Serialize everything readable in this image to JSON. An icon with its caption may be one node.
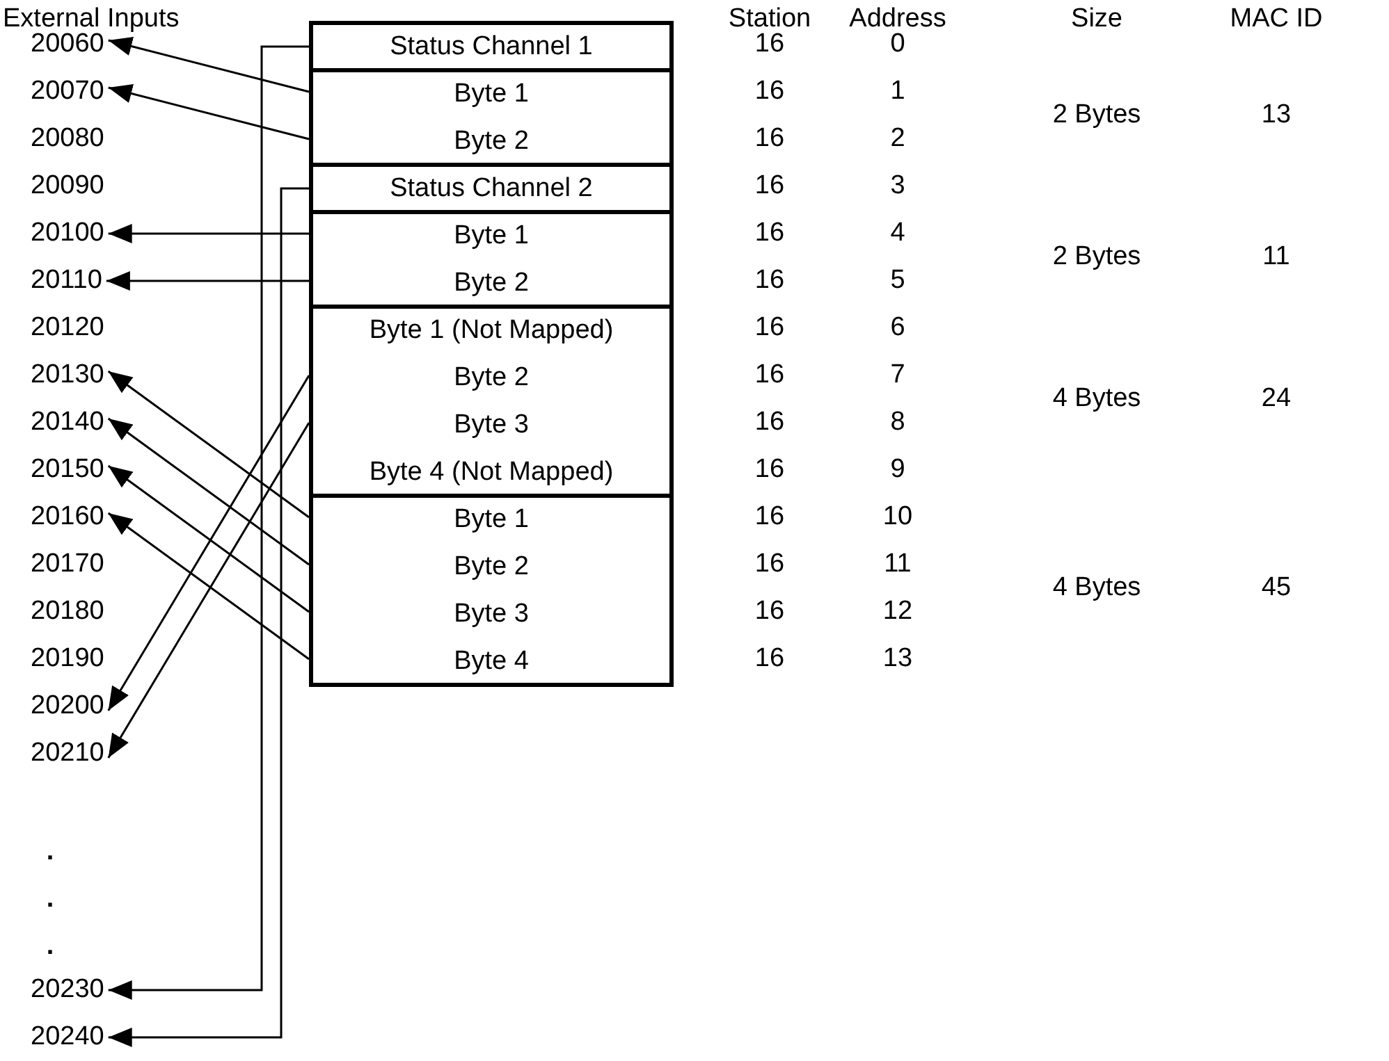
{
  "diagram": {
    "nodes": [
      {
        "text": [
          "20060"
        ]
      },
      {
        "text": [
          "20070"
        ]
      },
      {
        "text": [
          "20080"
        ]
      },
      {
        "text": [
          "20090"
        ]
      },
      {
        "text": [
          "20100"
        ]
      },
      {
        "text": [
          "20110"
        ]
      },
      {
        "text": [
          "20120"
        ]
      },
      {
        "text": [
          "20130"
        ]
      },
      {
        "text": [
          "20140"
        ]
      },
      {
        "text": [
          "20150"
        ]
      },
      {
        "text": [
          "20160"
        ]
      },
      {
        "text": [
          "20170"
        ]
      },
      {
        "text": [
          "20180"
        ]
      },
      {
        "text": [
          "20190"
        ]
      },
      {
        "text": [
          "20200"
        ]
      },
      {
        "text": [
          "20210"
        ]
      },
      {
        "text": [
          "20230"
        ]
      },
      {
        "text": [
          "20240"
        ]
      },
      {
        "text": [
          "Status Channel 1"
        ]
      },
      {
        "text": [],
        "shape": "box"
      },
      {
        "text": [
          "Byte 1"
        ],
        "in": 19
      },
      {
        "text": [
          "Byte 2"
        ],
        "in": 19
      },
      {
        "text": [
          "Status Channel 2"
        ]
      },
      {
        "text": [],
        "shape": "box"
      },
      {
        "text": [
          "Byte 1"
        ],
        "in": 23
      },
      {
        "text": [
          "Byte 2"
        ],
        "in": 23
      },
      {
        "text": [],
        "shape": "box"
      },
      {
        "text": [
          "Byte 1 (Not Mapped)"
        ],
        "in": 26
      },
      {
        "text": [
          "Byte 2"
        ],
        "in": 26
      },
      {
        "text": [
          "Byte 3"
        ],
        "in": 26
      },
      {
        "text": [
          "Byte 4 (Not Mapped)"
        ],
        "in": 26
      },
      {
        "text": [],
        "shape": "box"
      },
      {
        "text": [
          "Byte 1"
        ],
        "in": 31
      },
      {
        "text": [
          "Byte 2"
        ],
        "in": 31
      },
      {
        "text": [
          "Byte 3"
        ],
        "in": 31
      },
      {
        "text": [
          "Byte 4"
        ],
        "in": 31
      }
    ],
    "edges": [
      {
        "from": 18,
        "to": 16,
        "arrow": "to"
      },
      {
        "from": 19,
        "to": 0,
        "arrow": "to"
      },
      {
        "from": 19,
        "to": 1,
        "arrow": "to"
      },
      {
        "from": 22,
        "to": 17,
        "arrow": "to"
      },
      {
        "from": 23,
        "to": 4,
        "arrow": "to"
      },
      {
        "from": 23,
        "to": 5,
        "arrow": "to"
      },
      {
        "from": 26,
        "to": 14,
        "arrow": "to"
      },
      {
        "from": 26,
        "to": 15,
        "arrow": "to"
      },
      {
        "from": 31,
        "to": 7,
        "arrow": "to"
      },
      {
        "from": 31,
        "to": 8,
        "arrow": "to"
      },
      {
        "from": 31,
        "to": 9,
        "arrow": "to"
      },
      {
        "from": 31,
        "to": 10,
        "arrow": "to"
      }
    ],
    "labels": [
      "External Inputs",
      "Station",
      "Address",
      "Size",
      "MAC ID",
      "16",
      "0",
      "16",
      "1",
      "2 Bytes",
      "13",
      "16",
      "2",
      "16",
      "3",
      "16",
      "4",
      "2 Bytes",
      "11",
      "16",
      "5",
      "16",
      "6",
      "16",
      "7",
      "4 Bytes",
      "24",
      "16",
      "8",
      "16",
      "9",
      "16",
      "10",
      "16",
      "11",
      "4 Bytes",
      "45",
      "16",
      "12",
      "16",
      "13",
      ".",
      ".",
      "."
    ]
  }
}
